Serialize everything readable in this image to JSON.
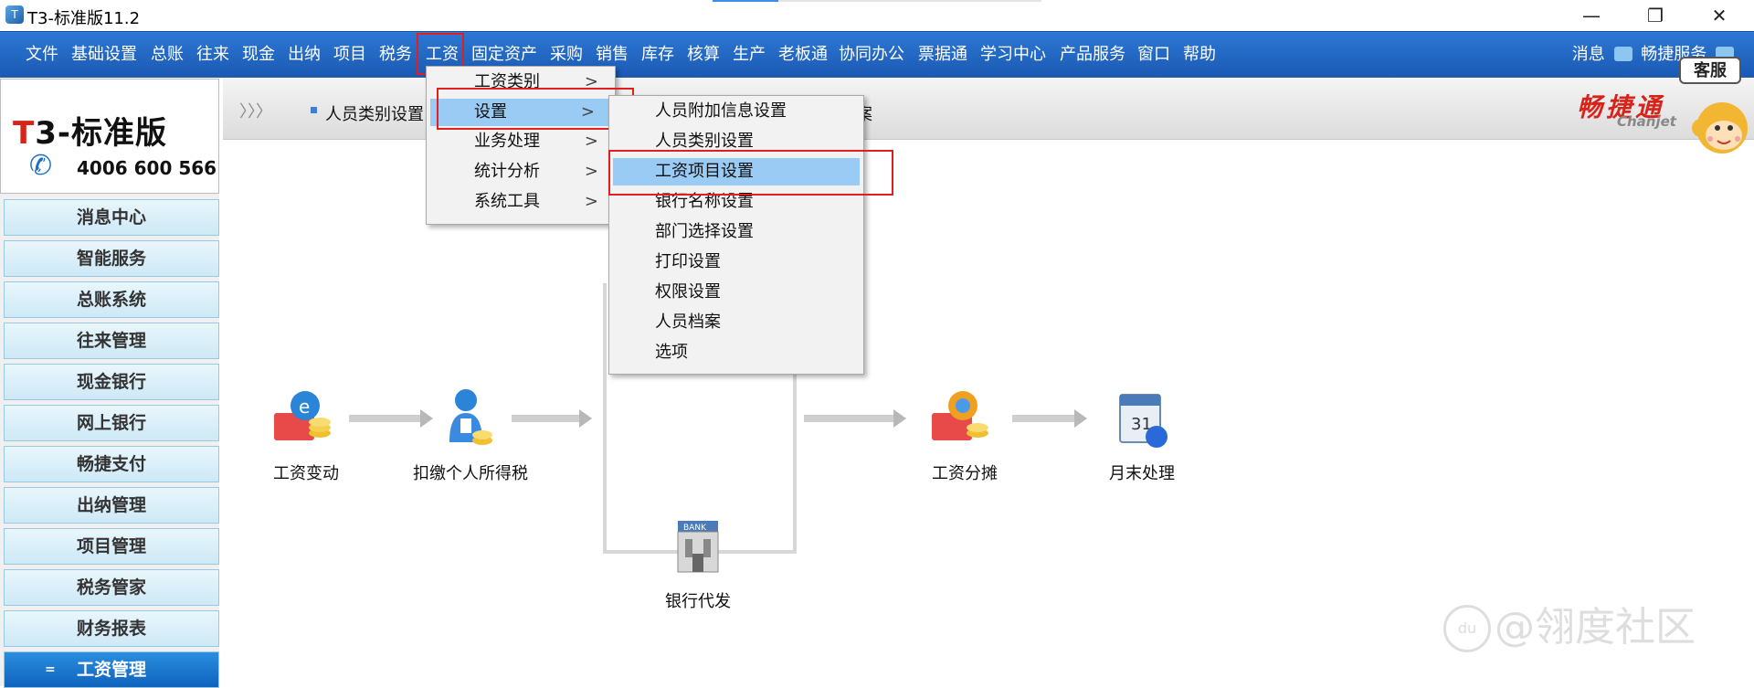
{
  "window": {
    "title": "T3-标准版11.2",
    "app_icon": "t3-app-icon"
  },
  "menubar": {
    "items": [
      "文件",
      "基础设置",
      "总账",
      "往来",
      "现金",
      "出纳",
      "项目",
      "税务",
      "工资",
      "固定资产",
      "采购",
      "销售",
      "库存",
      "核算",
      "生产",
      "老板通",
      "协同办公",
      "票据通",
      "学习中心",
      "产品服务",
      "窗口",
      "帮助"
    ],
    "right_message": "消息",
    "right_service": "畅捷服务"
  },
  "logo": {
    "t": "T",
    "rest": "3-标准版",
    "phone": "4006 600 566"
  },
  "sidebar": {
    "items": [
      "消息中心",
      "智能服务",
      "总账系统",
      "往来管理",
      "现金银行",
      "网上银行",
      "畅捷支付",
      "出纳管理",
      "项目管理",
      "税务管家",
      "财务报表",
      "工资管理"
    ],
    "active_bullet": "="
  },
  "toolbar": {
    "chevron": "〉〉〉",
    "link": "人员类别设置",
    "link_suffix": "案"
  },
  "brand": {
    "name": "畅捷通",
    "sub": "Chanjet",
    "badge": "客服"
  },
  "menu_salary": {
    "items": [
      {
        "label": "工资类别",
        "arrow": ">"
      },
      {
        "label": "设置",
        "arrow": ">"
      },
      {
        "label": "业务处理",
        "arrow": ">"
      },
      {
        "label": "统计分析",
        "arrow": ">"
      },
      {
        "label": "系统工具",
        "arrow": ">"
      }
    ]
  },
  "menu_settings": {
    "items": [
      "人员附加信息设置",
      "人员类别设置",
      "工资项目设置",
      "银行名称设置",
      "部门选择设置",
      "打印设置",
      "权限设置",
      "人员档案",
      "选项"
    ]
  },
  "workflow": {
    "nodes": [
      {
        "label": "工资变动",
        "icon": "salary-change-icon"
      },
      {
        "label": "扣缴个人所得税",
        "icon": "income-tax-icon"
      },
      {
        "label": "工资分摊",
        "icon": "salary-allocation-icon"
      },
      {
        "label": "月末处理",
        "icon": "month-end-calendar-icon"
      },
      {
        "label": "银行代发",
        "icon": "bank-icon"
      }
    ],
    "bank_sign": "BANK"
  },
  "watermark": {
    "text": "@翎度社区",
    "badge": "du"
  },
  "colors": {
    "menubar": "#1f62bd",
    "highlight": "#99cbf4",
    "annotation": "#e02020",
    "sidebar_active": "#0f62bc"
  }
}
